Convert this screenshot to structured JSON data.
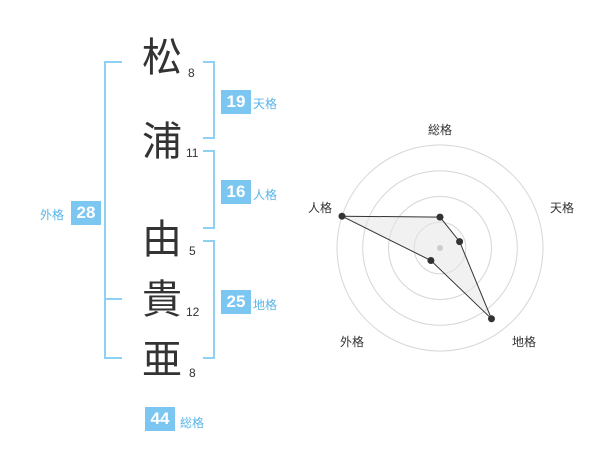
{
  "name": {
    "surname": [
      {
        "char": "松",
        "strokes": "8"
      },
      {
        "char": "浦",
        "strokes": "11"
      }
    ],
    "given": [
      {
        "char": "由",
        "strokes": "5"
      },
      {
        "char": "貴",
        "strokes": "12"
      },
      {
        "char": "亜",
        "strokes": "8"
      }
    ]
  },
  "kaku": {
    "tenkaku": {
      "value": "19",
      "label": "天格"
    },
    "jinkaku": {
      "value": "16",
      "label": "人格"
    },
    "chikaku": {
      "value": "25",
      "label": "地格"
    },
    "gaikaku": {
      "value": "28",
      "label": "外格"
    },
    "soukaku": {
      "value": "44",
      "label": "総格"
    }
  },
  "colors": {
    "accent": "#7cc7f2",
    "bracket": "#8fd0f5",
    "label": "#58b4e8"
  },
  "chart_data": {
    "type": "radar",
    "axes": [
      "総格",
      "天格",
      "地格",
      "外格",
      "人格"
    ],
    "values": [
      0.3,
      0.2,
      0.85,
      0.15,
      1.0
    ],
    "rings": 4
  }
}
